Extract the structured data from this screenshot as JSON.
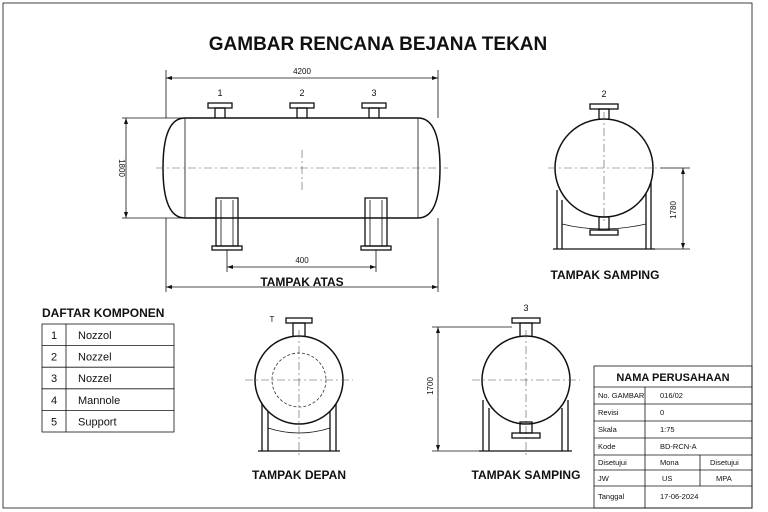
{
  "title": "GAMBAR RENCANA BEJANA TEKAN",
  "views": {
    "top_label": "TAMPAK ATAS",
    "side_label_1": "TAMPAK SAMPING",
    "front_label": "TAMPAK DEPAN",
    "side_label_2": "TAMPAK SAMPING"
  },
  "dimensions": {
    "length": "4200",
    "height": "1800",
    "support_spacing": "400",
    "side_height": "1780",
    "side2_height": "1700"
  },
  "nozzle_numbers": [
    "1",
    "2",
    "3"
  ],
  "side_nozzle_number": "2",
  "side2_nozzle_number": "3",
  "front_marker": "T",
  "components": {
    "title": "DAFTAR KOMPONEN",
    "items": [
      {
        "no": "1",
        "name": "Nozzol"
      },
      {
        "no": "2",
        "name": "Nozzel"
      },
      {
        "no": "3",
        "name": "Nozzel"
      },
      {
        "no": "4",
        "name": "Mannole"
      },
      {
        "no": "5",
        "name": "Support"
      }
    ]
  },
  "title_block": {
    "company": "NAMA PERUSAHAAN",
    "rows": [
      {
        "label": "No. GAMBAR",
        "value": "016/02"
      },
      {
        "label": "Revisi",
        "value": "0"
      },
      {
        "label": "Skala",
        "value": "1:75"
      },
      {
        "label": "Kode",
        "value": "BD-RCN-A"
      }
    ],
    "sign_headers": [
      "Disetujui",
      "Mona",
      "Disetujui"
    ],
    "sign_values": [
      "JW",
      "US",
      "MPA"
    ],
    "date_label": "Tanggal",
    "date_value": "17-06-2024"
  }
}
